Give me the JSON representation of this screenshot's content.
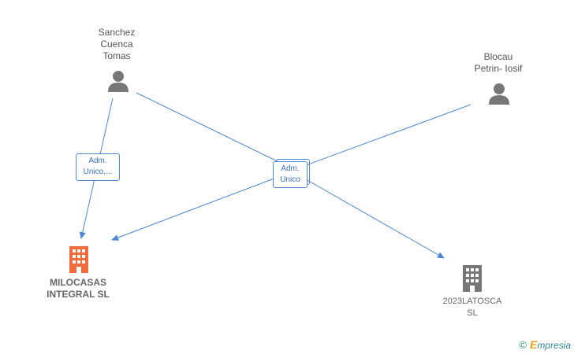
{
  "people": [
    {
      "id": "sanchez",
      "label": "Sanchez\nCuenca\nTomas"
    },
    {
      "id": "blocau",
      "label": "Blocau\nPetrin- Iosif"
    }
  ],
  "companies": [
    {
      "id": "milocasas",
      "label": "MILOCASAS\nINTEGRAL  SL",
      "color": "#f26b3a"
    },
    {
      "id": "latosca",
      "label": "2023LATOSCA\nSL",
      "color": "#777777"
    }
  ],
  "edges": [
    {
      "label": "Adm.\nUnico,..."
    },
    {
      "label": "Adm.\nUnico"
    }
  ],
  "colors": {
    "edge": "#4a86d4",
    "person_icon": "#777777"
  },
  "icons": {
    "person": "person-icon",
    "building": "building-icon"
  },
  "watermark": {
    "symbol": "©",
    "brand_initial": "E",
    "brand_rest": "mpresia"
  }
}
